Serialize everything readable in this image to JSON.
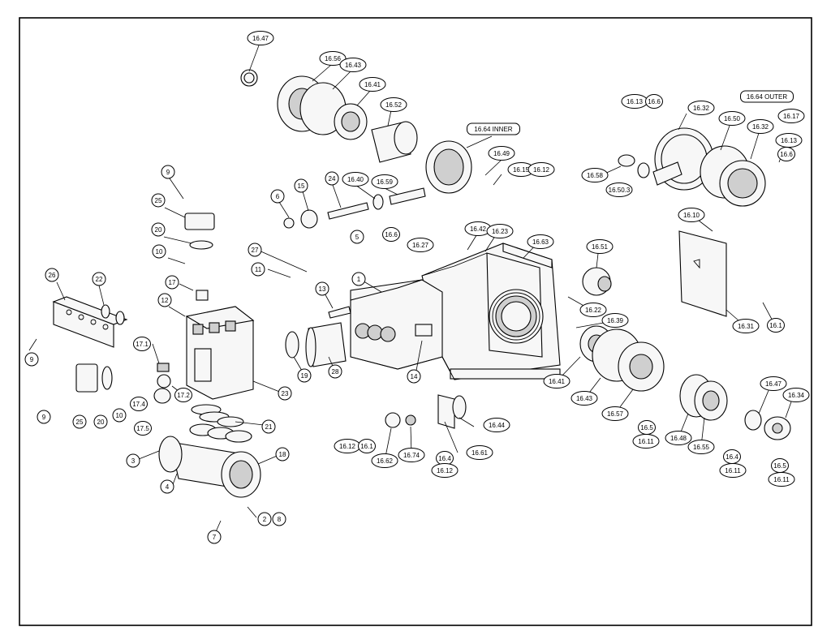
{
  "diagram": {
    "type": "exploded parts diagram",
    "callouts": [
      {
        "id": "c-16-47-top",
        "label": "16.47"
      },
      {
        "id": "c-16-56",
        "label": "16.56"
      },
      {
        "id": "c-16-43-top",
        "label": "16.43"
      },
      {
        "id": "c-16-41-top",
        "label": "16.41"
      },
      {
        "id": "c-16-52",
        "label": "16.52"
      },
      {
        "id": "c-16-64-inner",
        "label": "16.64 INNER"
      },
      {
        "id": "c-16-49",
        "label": "16.49"
      },
      {
        "id": "c-16-15",
        "label": "16.15"
      },
      {
        "id": "c-16-12-top",
        "label": "16.12"
      },
      {
        "id": "c-16-13-top",
        "label": "16.13"
      },
      {
        "id": "c-16-6-top",
        "label": "16.6"
      },
      {
        "id": "c-16-32-a",
        "label": "16.32"
      },
      {
        "id": "c-16-50",
        "label": "16.50"
      },
      {
        "id": "c-16-64-outer",
        "label": "16.64 OUTER"
      },
      {
        "id": "c-16-32-b",
        "label": "16.32"
      },
      {
        "id": "c-16-17",
        "label": "16.17"
      },
      {
        "id": "c-16-13-right",
        "label": "16.13"
      },
      {
        "id": "c-16-6-right",
        "label": "16.6"
      },
      {
        "id": "c-16-58",
        "label": "16.58"
      },
      {
        "id": "c-16-50-3",
        "label": "16.50.3"
      },
      {
        "id": "c-9-top",
        "label": "9"
      },
      {
        "id": "c-25-top",
        "label": "25"
      },
      {
        "id": "c-20-top",
        "label": "20"
      },
      {
        "id": "c-10-top",
        "label": "10"
      },
      {
        "id": "c-17",
        "label": "17"
      },
      {
        "id": "c-26",
        "label": "26"
      },
      {
        "id": "c-22",
        "label": "22"
      },
      {
        "id": "c-12",
        "label": "12"
      },
      {
        "id": "c-9-left",
        "label": "9"
      },
      {
        "id": "c-17-1",
        "label": "17.1"
      },
      {
        "id": "c-17-2",
        "label": "17.2"
      },
      {
        "id": "c-17-4",
        "label": "17.4"
      },
      {
        "id": "c-17-5",
        "label": "17.5"
      },
      {
        "id": "c-9-bottom",
        "label": "9"
      },
      {
        "id": "c-25-bottom",
        "label": "25"
      },
      {
        "id": "c-20-bottom",
        "label": "20"
      },
      {
        "id": "c-10-bottom",
        "label": "10"
      },
      {
        "id": "c-23",
        "label": "23"
      },
      {
        "id": "c-21",
        "label": "21"
      },
      {
        "id": "c-3",
        "label": "3"
      },
      {
        "id": "c-4",
        "label": "4"
      },
      {
        "id": "c-18",
        "label": "18"
      },
      {
        "id": "c-2",
        "label": "2"
      },
      {
        "id": "c-8",
        "label": "8"
      },
      {
        "id": "c-7",
        "label": "7"
      },
      {
        "id": "c-6",
        "label": "6"
      },
      {
        "id": "c-15",
        "label": "15"
      },
      {
        "id": "c-24",
        "label": "24"
      },
      {
        "id": "c-16-40",
        "label": "16.40"
      },
      {
        "id": "c-16-59",
        "label": "16.59"
      },
      {
        "id": "c-5",
        "label": "5"
      },
      {
        "id": "c-16-6-mid",
        "label": "16.6"
      },
      {
        "id": "c-16-27",
        "label": "16.27"
      },
      {
        "id": "c-27",
        "label": "27"
      },
      {
        "id": "c-11",
        "label": "11"
      },
      {
        "id": "c-13",
        "label": "13"
      },
      {
        "id": "c-1",
        "label": "1"
      },
      {
        "id": "c-16-42",
        "label": "16.42"
      },
      {
        "id": "c-16-23",
        "label": "16.23"
      },
      {
        "id": "c-16-63",
        "label": "16.63"
      },
      {
        "id": "c-19",
        "label": "19"
      },
      {
        "id": "c-28",
        "label": "28"
      },
      {
        "id": "c-14",
        "label": "14"
      },
      {
        "id": "c-16-51",
        "label": "16.51"
      },
      {
        "id": "c-16-22",
        "label": "16.22"
      },
      {
        "id": "c-16-39",
        "label": "16.39"
      },
      {
        "id": "c-16-10",
        "label": "16.10"
      },
      {
        "id": "c-16-31",
        "label": "16.31"
      },
      {
        "id": "c-16-1-right",
        "label": "16.1"
      },
      {
        "id": "c-16-41-bottom",
        "label": "16.41"
      },
      {
        "id": "c-16-43-bottom",
        "label": "16.43"
      },
      {
        "id": "c-16-57",
        "label": "16.57"
      },
      {
        "id": "c-16-5-a",
        "label": "16.5"
      },
      {
        "id": "c-16-11-a",
        "label": "16.11"
      },
      {
        "id": "c-16-48",
        "label": "16.48"
      },
      {
        "id": "c-16-55",
        "label": "16.55"
      },
      {
        "id": "c-16-4-right",
        "label": "16.4"
      },
      {
        "id": "c-16-11-b",
        "label": "16.11"
      },
      {
        "id": "c-16-47-bottom",
        "label": "16.47"
      },
      {
        "id": "c-16-34",
        "label": "16.34"
      },
      {
        "id": "c-16-5-b",
        "label": "16.5"
      },
      {
        "id": "c-16-11-c",
        "label": "16.11"
      },
      {
        "id": "c-16-12-bottom",
        "label": "16.12"
      },
      {
        "id": "c-16-1-bottom",
        "label": "16.1"
      },
      {
        "id": "c-16-62",
        "label": "16.62"
      },
      {
        "id": "c-16-74",
        "label": "16.74"
      },
      {
        "id": "c-16-4-bottom",
        "label": "16.4"
      },
      {
        "id": "c-16-12-bottom2",
        "label": "16.12"
      },
      {
        "id": "c-16-61",
        "label": "16.61"
      },
      {
        "id": "c-16-44",
        "label": "16.44"
      }
    ]
  }
}
